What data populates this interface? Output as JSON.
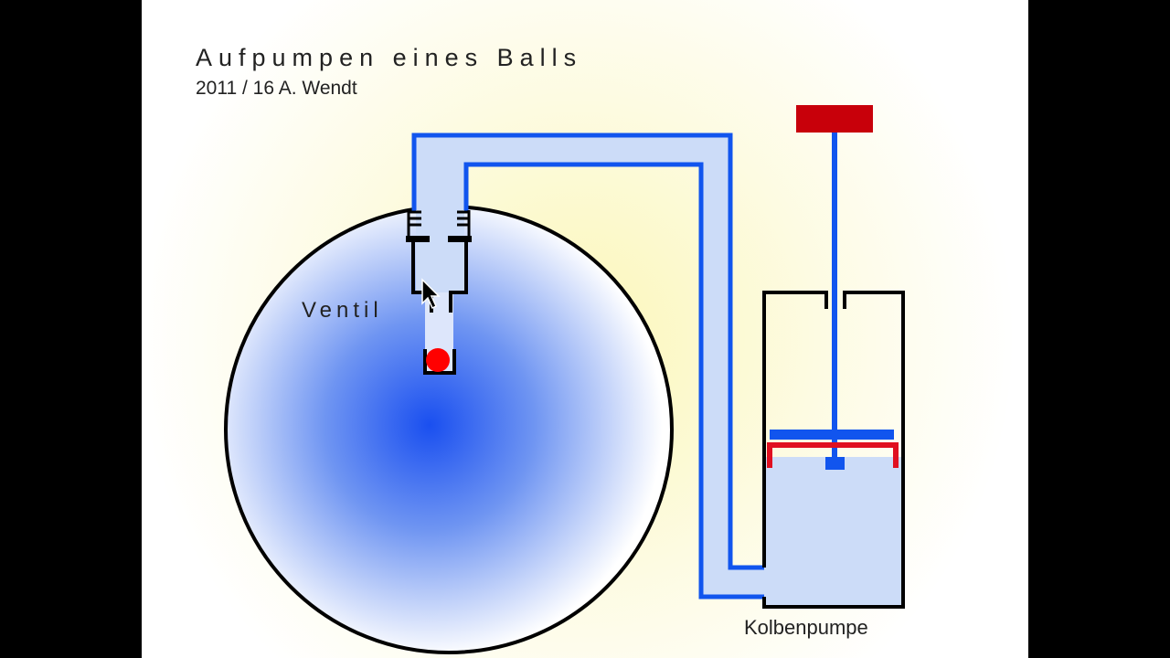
{
  "title": "Aufpumpen eines Balls",
  "subtitle": "2011 / 16  A. Wendt",
  "labels": {
    "valve": "Ventil",
    "pump": "Kolbenpumpe"
  },
  "colors": {
    "ball_center": "#1a4ff0",
    "ball_edge": "#ffffff",
    "air": "#ccdcf8",
    "tube": "#1155ee",
    "handle": "#c8000a",
    "piston_seal": "#e01020",
    "valve_ball": "#ff0000",
    "outline": "#000000",
    "glow": "#fbf7b8"
  },
  "icons": {
    "cursor": "mouse-pointer-icon"
  }
}
